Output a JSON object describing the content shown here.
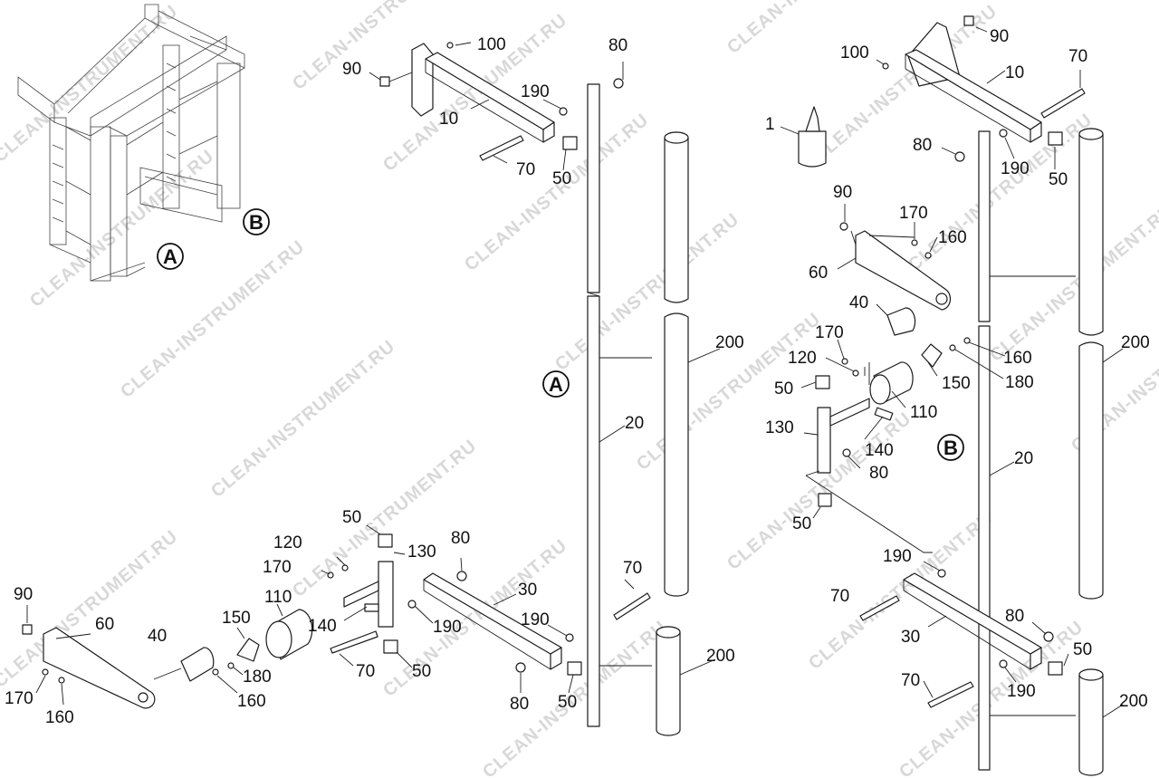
{
  "watermark": "CLEAN-INSTRUMENT.RU",
  "view_marks": {
    "a": "A",
    "b": "B"
  },
  "callouts_view_a": [
    "100",
    "80",
    "90",
    "190",
    "10",
    "70",
    "50",
    "200",
    "20",
    "50",
    "120",
    "170",
    "130",
    "80",
    "30",
    "70",
    "190",
    "90",
    "60",
    "150",
    "110",
    "140",
    "190",
    "40",
    "180",
    "70",
    "50",
    "200",
    "170",
    "160",
    "160",
    "80",
    "50"
  ],
  "callouts_view_b": [
    "90",
    "100",
    "70",
    "10",
    "1",
    "80",
    "190",
    "50",
    "90",
    "170",
    "160",
    "60",
    "40",
    "170",
    "200",
    "120",
    "160",
    "50",
    "150",
    "180",
    "110",
    "130",
    "140",
    "B",
    "80",
    "20",
    "50",
    "190",
    "70",
    "30",
    "80",
    "50",
    "70",
    "190",
    "200"
  ],
  "colors": {
    "line": "#1a1a1a",
    "watermark": "#d8d8d8",
    "background": "#ffffff"
  }
}
